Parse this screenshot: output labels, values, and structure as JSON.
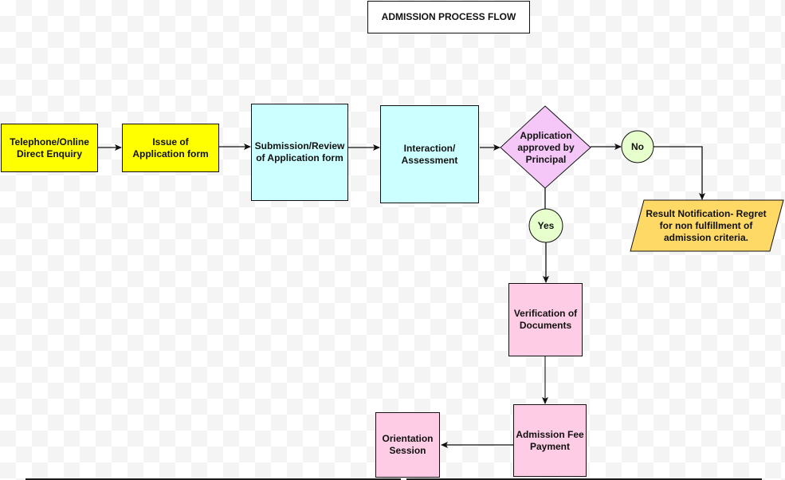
{
  "title": "ADMISSION PROCESS FLOW",
  "colors": {
    "enquiry_fill": "#ffff00",
    "review_fill": "#ccffff",
    "decision_fill": "#f5c6f8",
    "connector_fill": "#e6ffcc",
    "result_fill": "#ffd966",
    "post_approval_fill": "#ffcce6",
    "stroke": "#111111"
  },
  "nodes": {
    "enquiry": "Telephone/Online Direct Enquiry",
    "issue_form": "Issue of Application form",
    "submission_review": "Submission/Review of Application form",
    "interaction": "Interaction/ Assessment",
    "decision": "Application approved by Principal",
    "no": "No",
    "yes": "Yes",
    "result_notification": "Result Notification- Regret for non fulfillment of admission criteria.",
    "verification": "Verification of Documents",
    "fee_payment": "Admission Fee Payment",
    "orientation": "Orientation Session"
  },
  "edges": [
    {
      "from": "enquiry",
      "to": "issue_form"
    },
    {
      "from": "issue_form",
      "to": "submission_review"
    },
    {
      "from": "submission_review",
      "to": "interaction"
    },
    {
      "from": "interaction",
      "to": "decision"
    },
    {
      "from": "decision",
      "to": "no"
    },
    {
      "from": "no",
      "to": "result_notification"
    },
    {
      "from": "decision",
      "to": "yes"
    },
    {
      "from": "yes",
      "to": "verification"
    },
    {
      "from": "verification",
      "to": "fee_payment"
    },
    {
      "from": "fee_payment",
      "to": "orientation"
    }
  ]
}
